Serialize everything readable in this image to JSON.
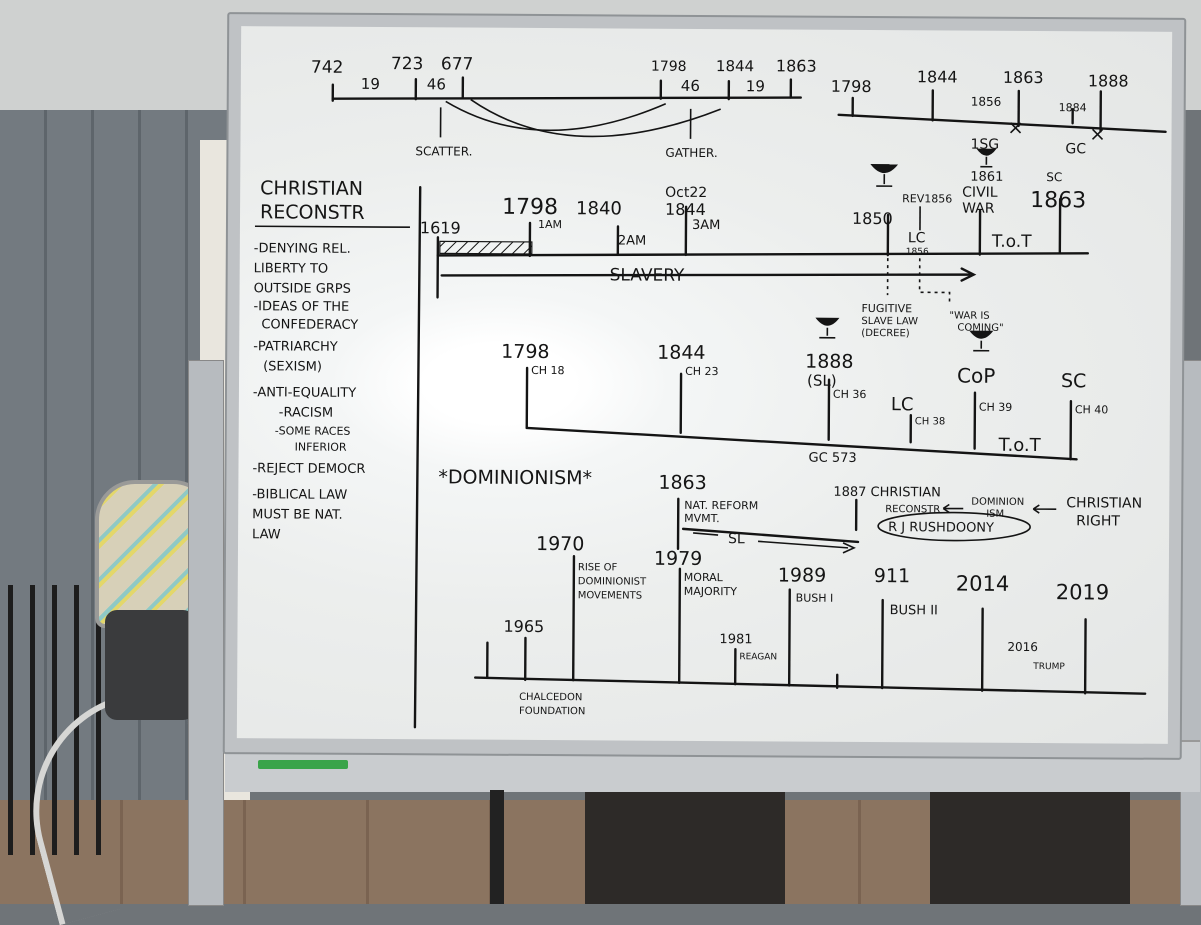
{
  "top_timeline": {
    "years": [
      "742",
      "723",
      "677",
      "1798",
      "1844",
      "1863"
    ],
    "spans": [
      "19",
      "46",
      "46",
      "19"
    ],
    "scatter": "SCATTER.",
    "gather": "GATHER."
  },
  "top_right_timeline": {
    "years": [
      "1798",
      "1844",
      "1863",
      "1888"
    ],
    "small_years": [
      "1856",
      "1884"
    ],
    "labels": [
      "1SG",
      "GC"
    ]
  },
  "left_column": {
    "heading_1": "CHRISTIAN",
    "heading_2": "RECONSTR",
    "items": [
      "-DENYING REL.",
      "LIBERTY TO",
      "OUTSIDE GRPS",
      "-IDEAS OF THE",
      "CONFEDERACY",
      "-PATRIARCHY",
      "(SEXISM)",
      "-ANTI-EQUALITY",
      "-RACISM",
      "-SOME RACES",
      "INFERIOR",
      "-REJECT DEMOCR",
      "-BIBLICAL LAW",
      "MUST BE NAT.",
      "LAW"
    ]
  },
  "slavery_timeline": {
    "years": [
      "1619",
      "1798",
      "1840",
      "Oct22",
      "1844",
      "1850",
      "1863"
    ],
    "marks": [
      "1AM",
      "2AM",
      "3AM"
    ],
    "revival": "REV1856",
    "lc": "LC",
    "lc_year": "1856",
    "civil_1": "1861",
    "civil_2": "CIVIL",
    "civil_3": "WAR",
    "sc": "SC",
    "tot": "T.o.T",
    "slavery": "SLAVERY",
    "fugitive_1": "FUGITIVE",
    "fugitive_2": "SLAVE LAW",
    "fugitive_3": "(DECREE)",
    "war_1": "\"WAR IS",
    "war_2": "COMING\""
  },
  "ch_timeline": {
    "years": [
      "1798",
      "1844",
      "1888"
    ],
    "sh": "(SL)",
    "cop": "CoP",
    "lc": "LC",
    "sc": "SC",
    "chapters": [
      "CH 18",
      "CH 23",
      "CH 36",
      "CH 38",
      "CH 39",
      "CH 40"
    ],
    "tot": "T.o.T",
    "gc": "GC 573"
  },
  "dominionism": {
    "title": "*DOMINIONISM*",
    "year_1863": "1863",
    "nat_reform_1": "NAT. REFORM",
    "nat_reform_2": "MVMT.",
    "sl": "SL",
    "christian_reconstr": "1887 CHRISTIAN",
    "reconstr": "RECONSTR",
    "dominion_1": "DOMINION",
    "dominion_2": "ISM",
    "christian_right_1": "CHRISTIAN",
    "christian_right_2": "RIGHT",
    "rushdoony": "R J RUSHDOONY"
  },
  "modern_timeline": {
    "y1970": "1970",
    "y1979": "1979",
    "y1989": "1989",
    "y911": "911",
    "y2014": "2014",
    "y2019": "2019",
    "y1965": "1965",
    "y1981": "1981",
    "y2016": "2016",
    "rise_1": "RISE OF",
    "rise_2": "DOMINIONIST",
    "rise_3": "MOVEMENTS",
    "moral_1": "MORAL",
    "moral_2": "MAJORITY",
    "bush1": "BUSH I",
    "bush2": "BUSH II",
    "reagan": "REAGAN",
    "trump": "TRUMP",
    "chalcedon_1": "CHALCEDON",
    "chalcedon_2": "FOUNDATION"
  }
}
